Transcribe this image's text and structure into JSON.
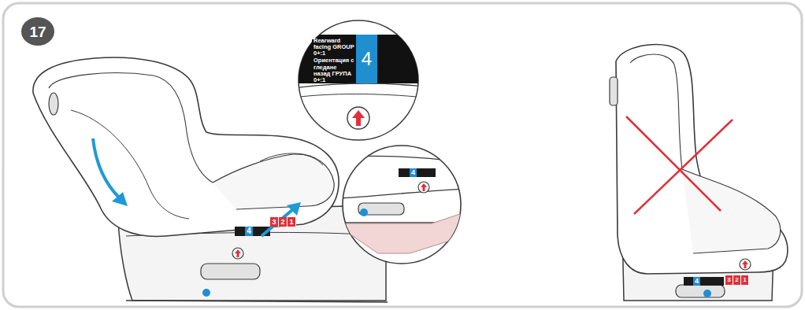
{
  "diagram": {
    "nodes": [
      {
        "text": [
          "17"
        ]
      },
      {
        "text": [
          "Rearward facing GROUP 0+:1",
          "Ориентация с гледане назад ГРУПА 0+:1"
        ]
      },
      {
        "text": [
          "4"
        ]
      }
    ],
    "labels": [
      "4",
      "3",
      "2",
      "1",
      "4",
      "4",
      "3",
      "2",
      "1"
    ]
  }
}
